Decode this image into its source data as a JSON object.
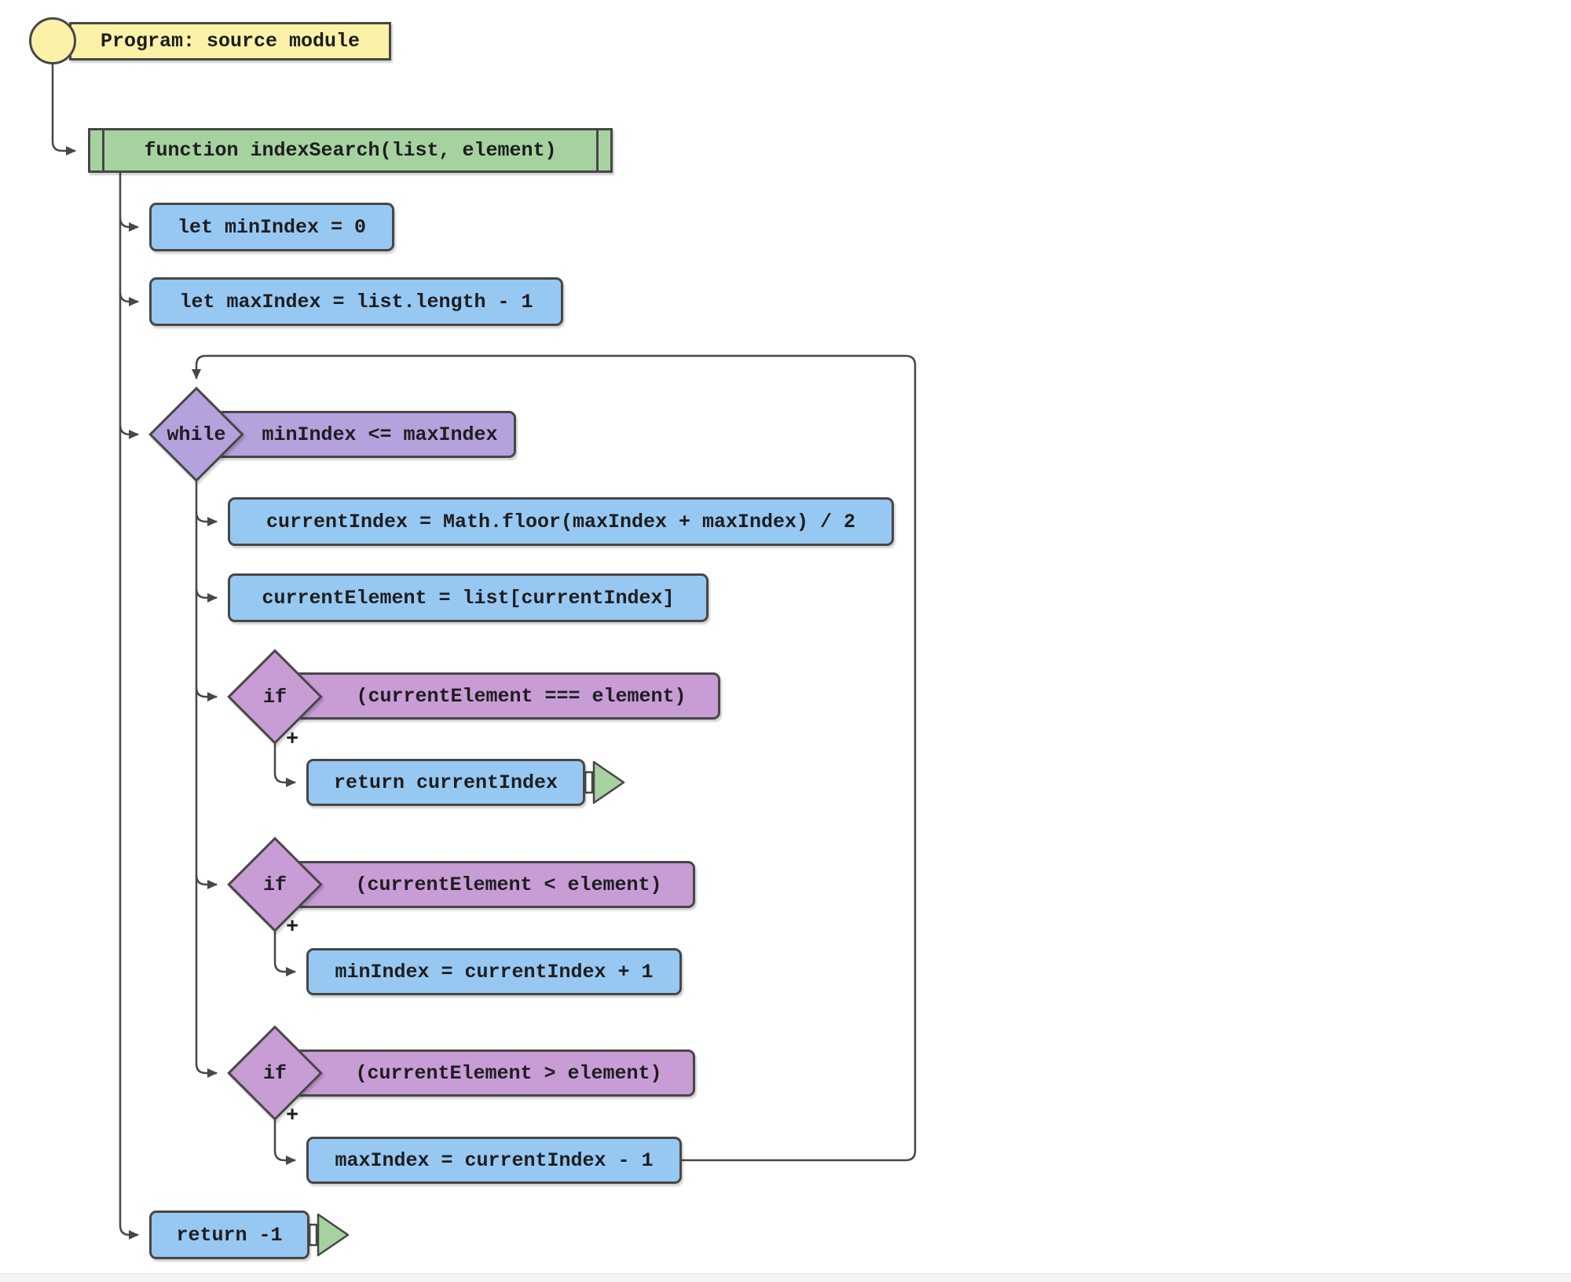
{
  "diagram": {
    "nodes": {
      "start_title": "Program: source module",
      "function_decl": "function indexSearch(list, element)",
      "let_min": "let minIndex = 0",
      "let_max": "let maxIndex = list.length - 1",
      "while_keyword": "while",
      "while_condition": "minIndex <= maxIndex",
      "assign_current_index": "currentIndex = Math.floor(maxIndex + maxIndex) / 2",
      "assign_current_element": "currentElement = list[currentIndex]",
      "if_keyword": "if",
      "if_equal_condition": "(currentElement === element)",
      "return_current": "return currentIndex",
      "if_less_condition": "(currentElement < element)",
      "assign_min": "minIndex = currentIndex + 1",
      "if_greater_condition": "(currentElement > element)",
      "assign_max": "maxIndex = currentIndex - 1",
      "return_not_found": "return -1",
      "true_branch_label": "+"
    }
  },
  "colors": {
    "node-yellow": "#FBF2A8",
    "node-green": "#A6D2A0",
    "node-blue": "#97C8F2",
    "node-purple": "#B5A1DC",
    "node-pink": "#C89CD5",
    "line": "#474747",
    "text": "#1d1d1f",
    "canvas": "#ffffff"
  }
}
